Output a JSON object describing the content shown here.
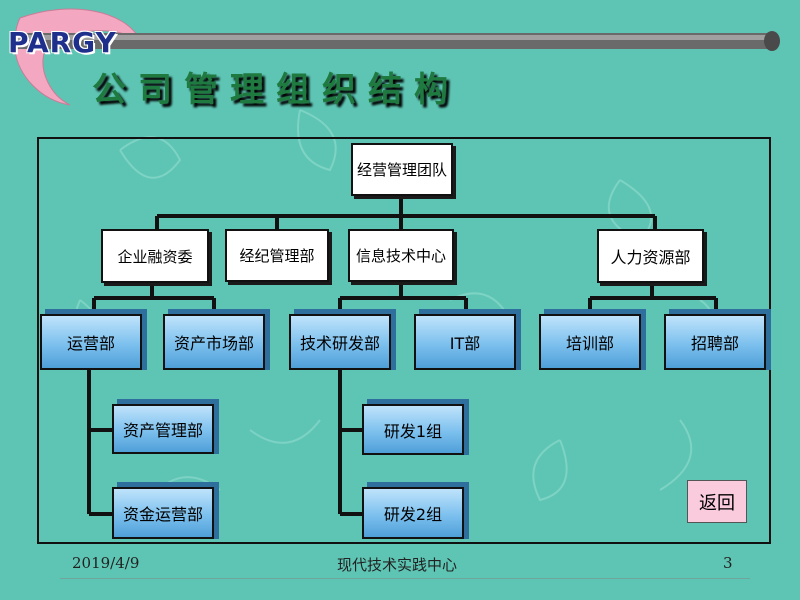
{
  "logo": {
    "text": "PARGY"
  },
  "title": "公司管理组织结构",
  "org_chart": {
    "root": "经营管理团队",
    "level1": [
      "企业融资委",
      "经纪管理部",
      "信息技术中心",
      "人力资源部"
    ],
    "level2": [
      "运营部",
      "资产市场部",
      "技术研发部",
      "IT部",
      "培训部",
      "招聘部"
    ],
    "level3": [
      "资产管理部",
      "资金运营部",
      "研发1组",
      "研发2组"
    ],
    "parent_of": {
      "企业融资委": "经营管理团队",
      "经纪管理部": "经营管理团队",
      "信息技术中心": "经营管理团队",
      "人力资源部": "经营管理团队",
      "运营部": "企业融资委",
      "资产市场部": "企业融资委",
      "技术研发部": "信息技术中心",
      "IT部": "信息技术中心",
      "培训部": "人力资源部",
      "招聘部": "人力资源部",
      "资产管理部": "运营部",
      "资金运营部": "运营部",
      "研发1组": "技术研发部",
      "研发2组": "技术研发部"
    }
  },
  "return_button": "返回",
  "footer": {
    "date": "2019/4/9",
    "center": "现代技术实践中心",
    "page": "3"
  },
  "colors": {
    "background": "#5ec5b4",
    "title": "#1f7a40",
    "logo": "#1f2f8c",
    "blue_box": "#7cc0ee",
    "return_button": "#f9cbdc"
  }
}
